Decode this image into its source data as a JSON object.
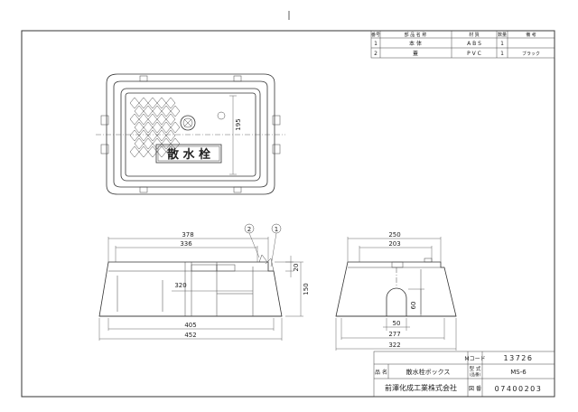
{
  "parts_table": {
    "headers": {
      "no": "番号",
      "name": "部 品 名 称",
      "material": "材 質",
      "qty": "数量",
      "remarks": "備 考"
    },
    "rows": [
      {
        "no": "1",
        "name": "本 体",
        "material": "A B S",
        "qty": "1",
        "remarks": ""
      },
      {
        "no": "2",
        "name": "蓋",
        "material": "P V C",
        "qty": "1",
        "remarks": "ブラック"
      }
    ]
  },
  "top_view": {
    "lid_text": "散 水 栓",
    "dim_height": "195"
  },
  "front_view": {
    "dims": {
      "d378": "378",
      "d336": "336",
      "d320": "320",
      "d405": "405",
      "d452": "452",
      "d20": "20",
      "d150": "150"
    },
    "callouts": {
      "c2": "2",
      "c1": "1"
    }
  },
  "side_view": {
    "dims": {
      "d250": "250",
      "d203": "203",
      "d60": "60",
      "d50": "50",
      "d277": "277",
      "d322": "322"
    }
  },
  "title_block": {
    "mcode_label": "Mコード",
    "mcode_value": "13726",
    "name_label": "品 名",
    "name_value": "散水栓ボックス",
    "model_label": "型 式",
    "model_sub": "(品番)",
    "model_value": "MS-6",
    "drawing_label": "図 番",
    "drawing_value": "07400203",
    "company": "前澤化成工業株式会社"
  }
}
